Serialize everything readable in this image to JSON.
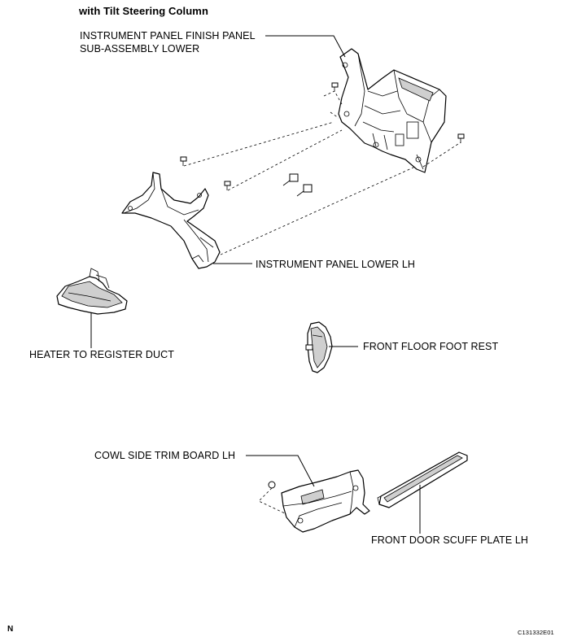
{
  "title": "with Tilt Steering Column",
  "labels": {
    "finish_panel_line1": "INSTRUMENT PANEL FINISH PANEL",
    "finish_panel_line2": "SUB-ASSEMBLY LOWER",
    "panel_lower_lh": "INSTRUMENT PANEL LOWER LH",
    "heater_duct": "HEATER TO REGISTER DUCT",
    "foot_rest": "FRONT FLOOR FOOT REST",
    "cowl_side": "COWL SIDE TRIM BOARD LH",
    "scuff_plate": "FRONT DOOR SCUFF PLATE LH"
  },
  "orientation_mark": "N",
  "figure_code": "C131332E01"
}
